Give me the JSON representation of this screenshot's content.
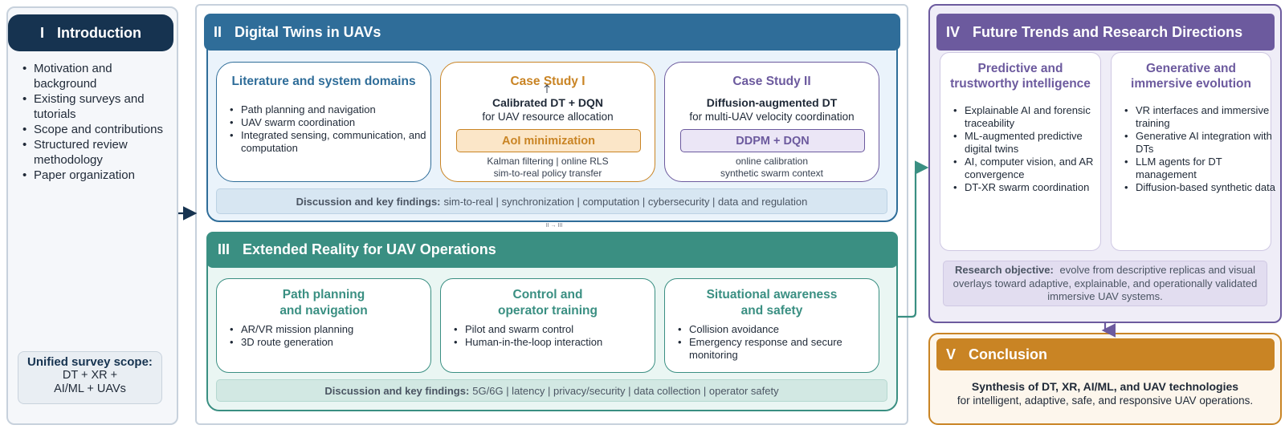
{
  "colors": {
    "intro": "#163350",
    "digital_twins": "#2f6d99",
    "extended_reality": "#3a8f82",
    "future": "#6c5a9e",
    "conclusion": "#c98424"
  },
  "intro": {
    "numeral": "I",
    "title": "Introduction",
    "items": [
      "Motivation and background",
      "Existing surveys and tutorials",
      "Scope and contributions",
      "Structured review methodology",
      "Paper organization"
    ],
    "scope": {
      "label": "Unified survey scope:",
      "lines": [
        "DT + XR +",
        "AI/ML + UAVs"
      ]
    }
  },
  "digital_twins": {
    "numeral": "II",
    "title": "Digital Twins in UAVs",
    "literature": {
      "title": "Literature and system domains",
      "items": [
        "Path planning and navigation",
        "UAV swarm coordination",
        "Integrated sensing, communication, and computation"
      ]
    },
    "case1": {
      "title": "Case Study I",
      "headline": "Calibrated DT + DQN",
      "subline": "for UAV resource allocation",
      "pill": "AoI minimization",
      "foot": [
        "Kalman filtering | online RLS",
        "sim-to-real policy transfer"
      ]
    },
    "case2": {
      "title": "Case Study II",
      "headline": "Diffusion-augmented DT",
      "subline": "for multi-UAV velocity coordination",
      "pill": "DDPM + DQN",
      "foot": [
        "online calibration",
        "synthetic swarm context"
      ]
    },
    "discussion_label": "Discussion and key findings:",
    "discussion": "sim-to-real | synchronization | computation | cybersecurity | data and regulation"
  },
  "between_label": "II → III",
  "extended_reality": {
    "numeral": "III",
    "title": "Extended Reality for UAV Operations",
    "cards": [
      {
        "title_lines": [
          "Path planning",
          "and navigation"
        ],
        "items": [
          "AR/VR mission planning",
          "3D route generation"
        ]
      },
      {
        "title_lines": [
          "Control and",
          "operator training"
        ],
        "items": [
          "Pilot and swarm control",
          "Human-in-the-loop interaction"
        ]
      },
      {
        "title_lines": [
          "Situational awareness",
          "and safety"
        ],
        "items": [
          "Collision avoidance",
          "Emergency response and secure monitoring"
        ]
      }
    ],
    "discussion_label": "Discussion and key findings:",
    "discussion": "5G/6G | latency | privacy/security | data collection | operator safety"
  },
  "future": {
    "numeral": "IV",
    "title": "Future Trends and Research Directions",
    "cards": [
      {
        "title_lines": [
          "Predictive and",
          "trustworthy intelligence"
        ],
        "items": [
          "Explainable AI and forensic traceability",
          "ML-augmented predictive digital twins",
          "AI, computer vision, and AR convergence",
          "DT-XR swarm coordination"
        ]
      },
      {
        "title_lines": [
          "Generative and",
          "immersive evolution"
        ],
        "items": [
          "VR interfaces and immersive training",
          "Generative AI integration with DTs",
          "LLM agents for DT management",
          "Diffusion-based synthetic data"
        ]
      }
    ],
    "objective_label": "Research objective:",
    "objective": "evolve from descriptive replicas and visual overlays toward adaptive, explainable, and operationally validated immersive UAV systems."
  },
  "conclusion": {
    "numeral": "V",
    "title": "Conclusion",
    "headline": "Synthesis of DT, XR, AI/ML, and UAV technologies",
    "subline": "for intelligent, adaptive, safe, and responsive UAV operations."
  }
}
